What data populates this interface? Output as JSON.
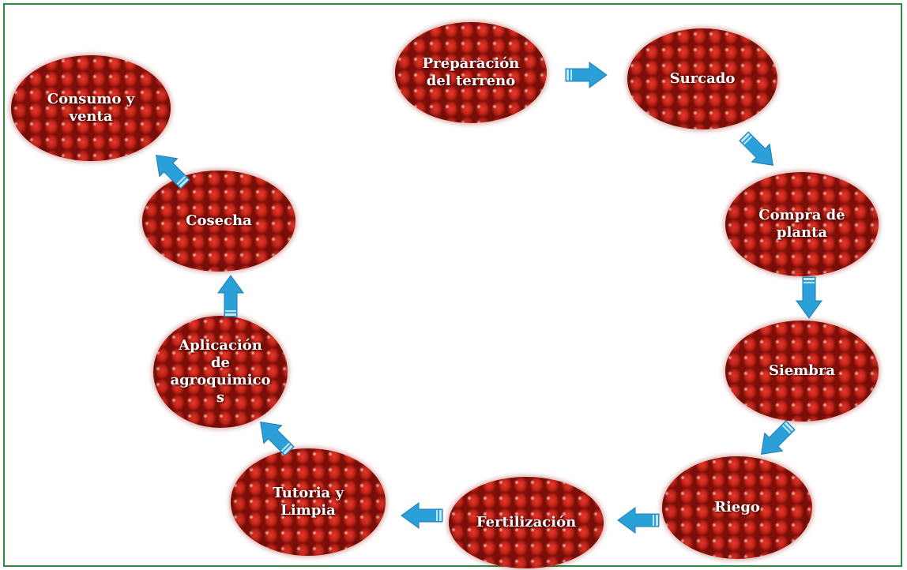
{
  "diagram": {
    "steps": [
      {
        "id": "preparacion",
        "label": "Preparación\ndel terreno"
      },
      {
        "id": "surcado",
        "label": "Surcado"
      },
      {
        "id": "compra",
        "label": "Compra de\nplanta"
      },
      {
        "id": "siembra",
        "label": "Siembra"
      },
      {
        "id": "riego",
        "label": "Riego"
      },
      {
        "id": "fertilizacion",
        "label": "Fertilización"
      },
      {
        "id": "tutoria",
        "label": "Tutoria y\nLimpia"
      },
      {
        "id": "aplicacion",
        "label": "Aplicación\nde\nagroquimico\ns"
      },
      {
        "id": "cosecha",
        "label": "Cosecha"
      },
      {
        "id": "consumo",
        "label": "Consumo y\nventa"
      }
    ],
    "colors": {
      "border": "#2e8b3e",
      "arrow": "#2a9fd8",
      "text": "#ffffff",
      "tomato": "#c8271c"
    }
  }
}
